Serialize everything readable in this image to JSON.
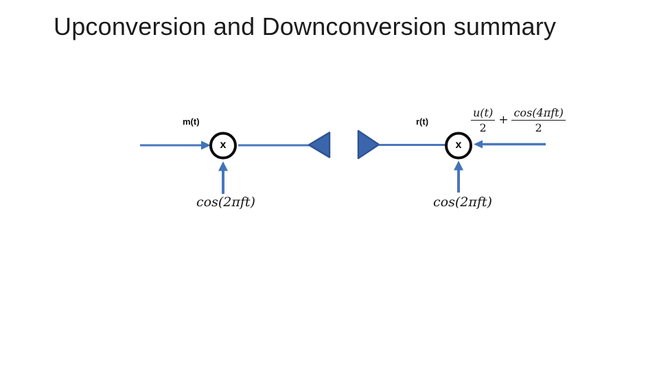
{
  "slide": {
    "title": "Upconversion and Downconversion summary"
  },
  "upconversion": {
    "input_label": "m(t)",
    "multiplier_symbol": "x",
    "carrier_label": "cos(2πft)"
  },
  "downconversion": {
    "input_label": "r(t)",
    "multiplier_symbol": "x",
    "carrier_label": "cos(2πft)",
    "output": {
      "numerator1": "u(t)",
      "denominator1": "2",
      "operator": "+",
      "numerator2": "cos(4πft)",
      "denominator2": "2"
    }
  },
  "colors": {
    "line_blue": "#4876BE",
    "triangle_fill": "#3B66AE",
    "triangle_stroke": "#2E5492",
    "multiplier_outline": "#0a0a0a",
    "title_text": "#1c1c1c"
  }
}
